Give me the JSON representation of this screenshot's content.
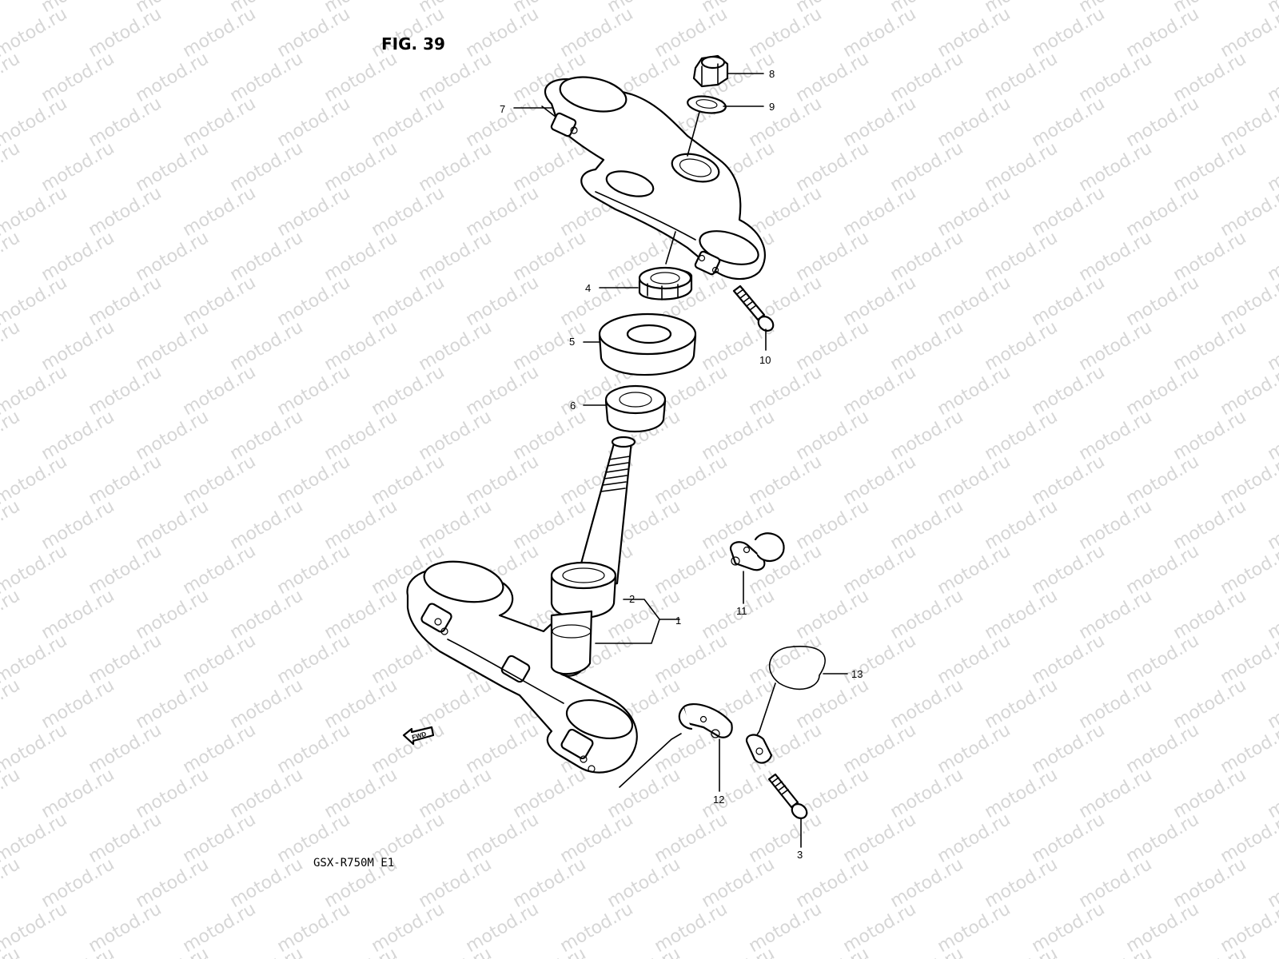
{
  "figure_title": "FIG. 39",
  "model_code": "GSX-R750M E1",
  "watermark_text": "motod.ru",
  "forward_marker": "FWD",
  "callouts": [
    {
      "id": "c1",
      "label": "1"
    },
    {
      "id": "c2",
      "label": "2"
    },
    {
      "id": "c3",
      "label": "3"
    },
    {
      "id": "c4",
      "label": "4"
    },
    {
      "id": "c5",
      "label": "5"
    },
    {
      "id": "c6",
      "label": "6"
    },
    {
      "id": "c7",
      "label": "7"
    },
    {
      "id": "c8",
      "label": "8"
    },
    {
      "id": "c9",
      "label": "9"
    },
    {
      "id": "c10",
      "label": "10"
    },
    {
      "id": "c11",
      "label": "11"
    },
    {
      "id": "c12",
      "label": "12"
    },
    {
      "id": "c13",
      "label": "13"
    }
  ],
  "colors": {
    "line": "#000000",
    "watermark": "#d6d6d6",
    "background": "#ffffff"
  }
}
